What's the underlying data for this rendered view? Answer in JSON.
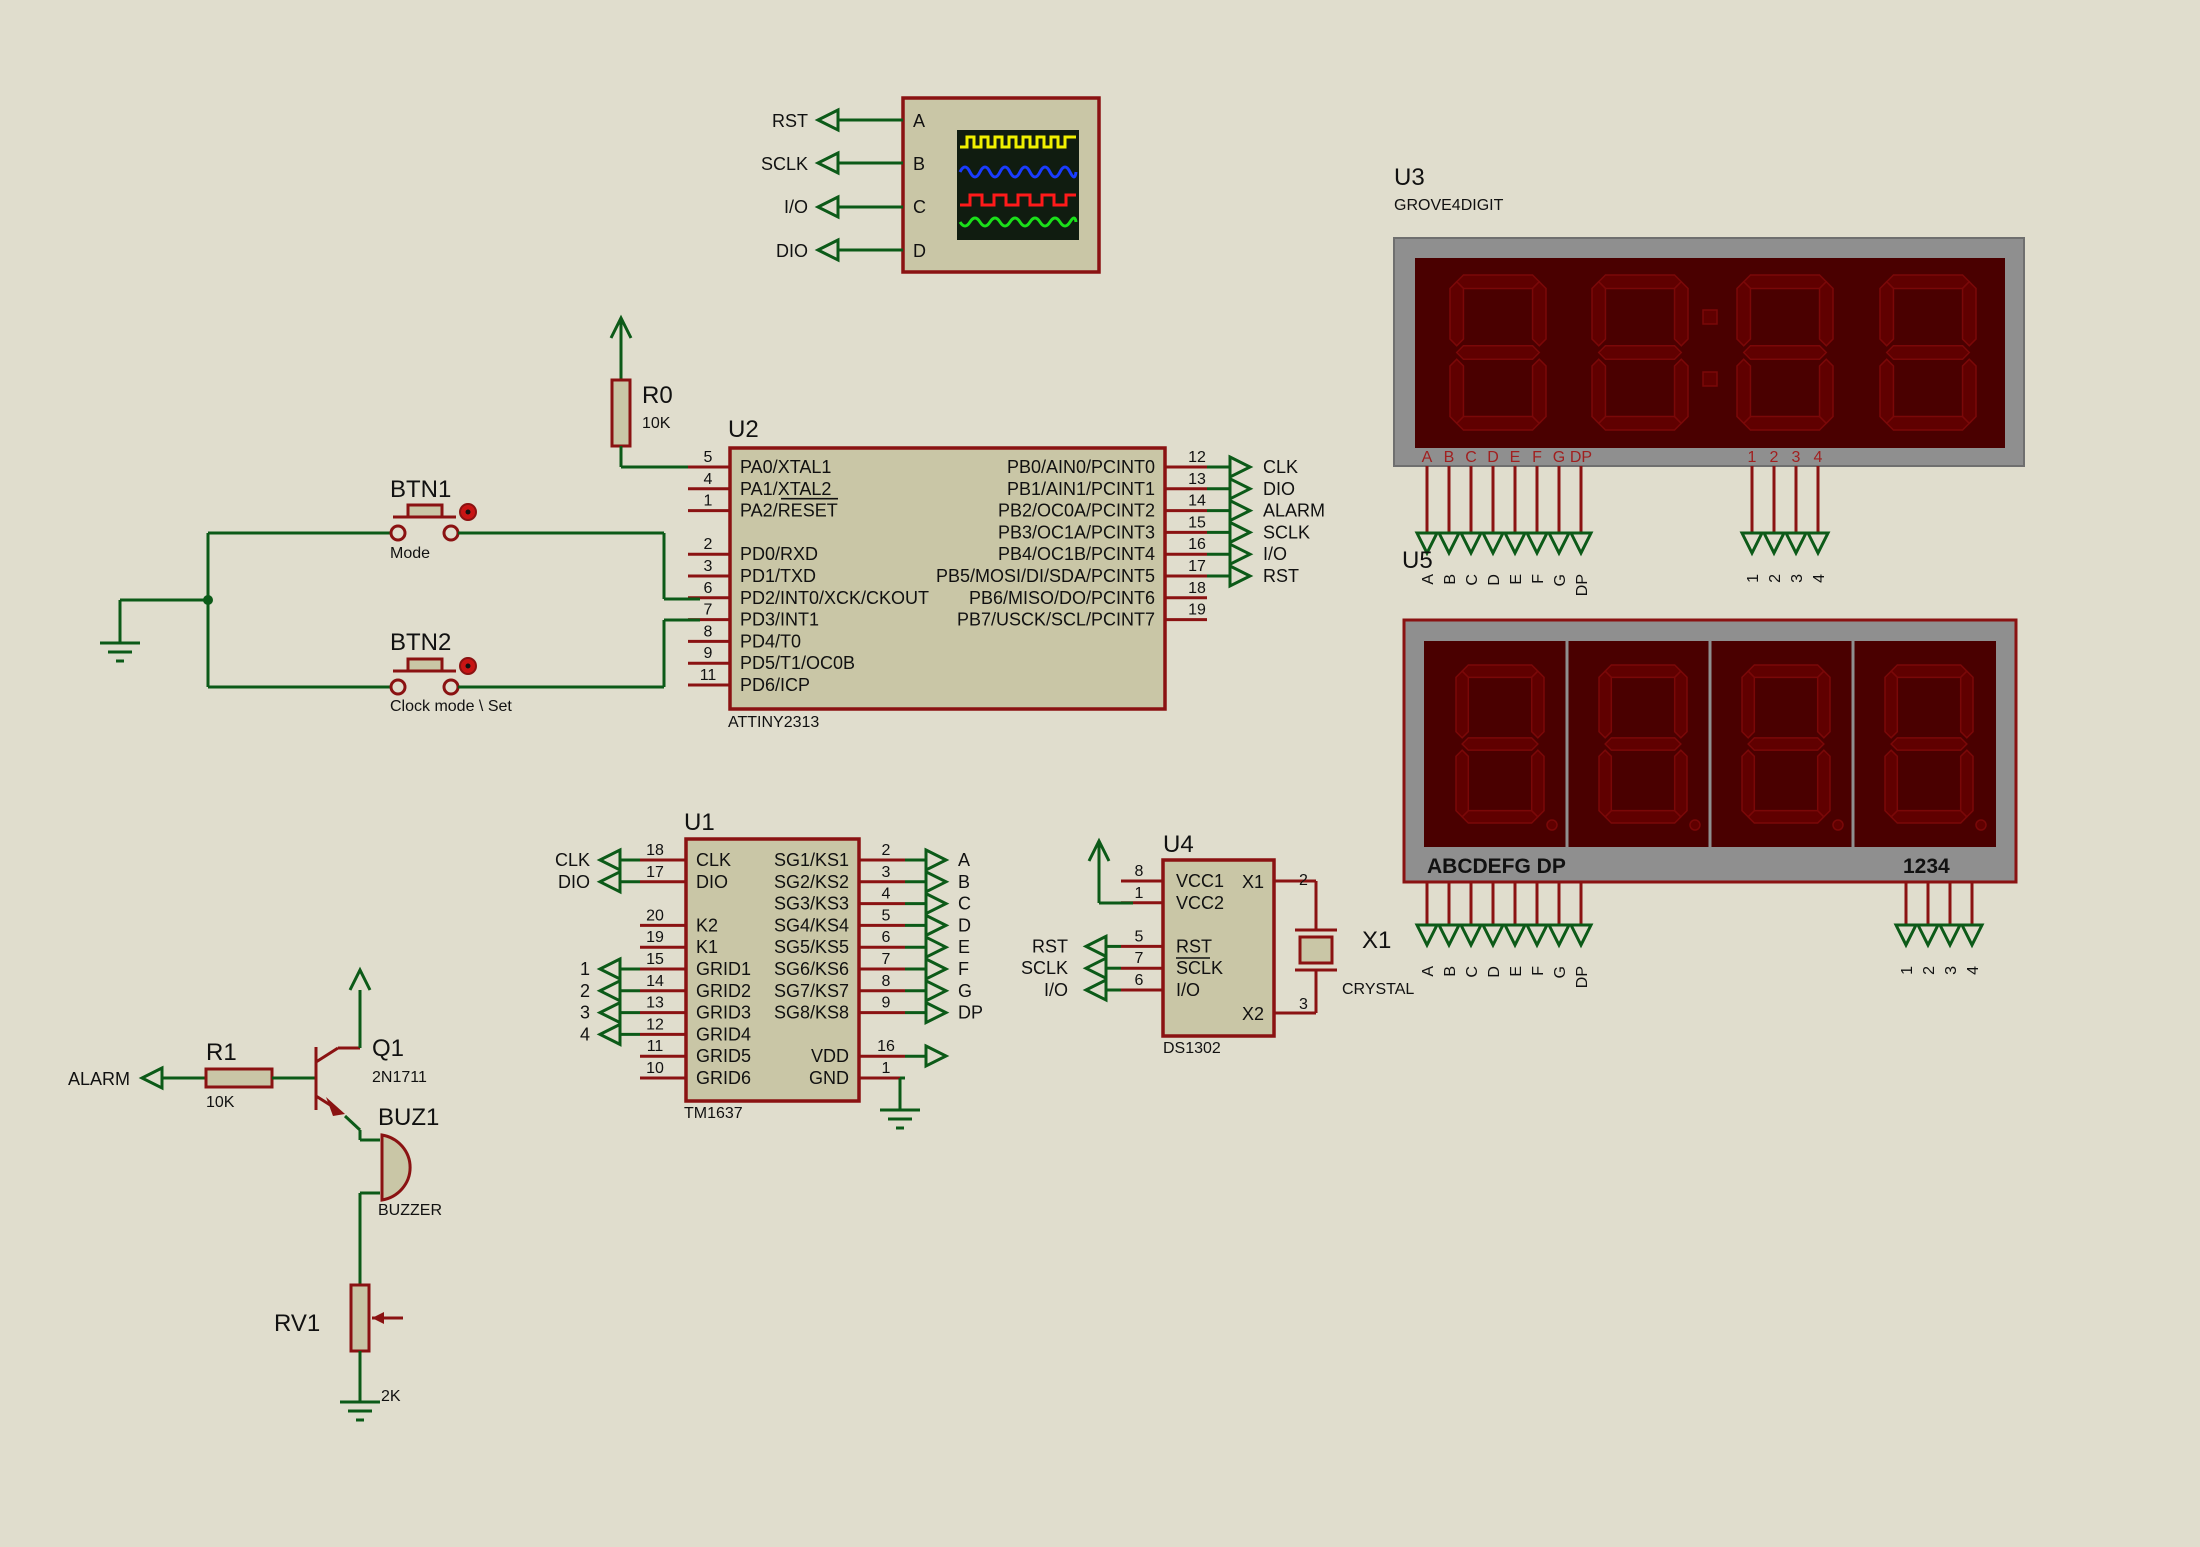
{
  "u1": {
    "ref": "U1",
    "part": "TM1637",
    "left_pins": [
      {
        "name": "CLK",
        "num": "18",
        "net": "CLK"
      },
      {
        "name": "DIO",
        "num": "17",
        "net": "DIO"
      },
      {
        "name": "",
        "num": "",
        "net": ""
      },
      {
        "name": "K2",
        "num": "20",
        "net": ""
      },
      {
        "name": "K1",
        "num": "19",
        "net": ""
      },
      {
        "name": "GRID1",
        "num": "15",
        "net": "1"
      },
      {
        "name": "GRID2",
        "num": "14",
        "net": "2"
      },
      {
        "name": "GRID3",
        "num": "13",
        "net": "3"
      },
      {
        "name": "GRID4",
        "num": "12",
        "net": "4"
      },
      {
        "name": "GRID5",
        "num": "11",
        "net": ""
      },
      {
        "name": "GRID6",
        "num": "10",
        "net": ""
      }
    ],
    "right_pins": [
      {
        "name": "SG1/KS1",
        "num": "2",
        "net": "A"
      },
      {
        "name": "SG2/KS2",
        "num": "3",
        "net": "B"
      },
      {
        "name": "SG3/KS3",
        "num": "4",
        "net": "C"
      },
      {
        "name": "SG4/KS4",
        "num": "5",
        "net": "D"
      },
      {
        "name": "SG5/KS5",
        "num": "6",
        "net": "E"
      },
      {
        "name": "SG6/KS6",
        "num": "7",
        "net": "F"
      },
      {
        "name": "SG7/KS7",
        "num": "8",
        "net": "G"
      },
      {
        "name": "SG8/KS8",
        "num": "9",
        "net": "DP"
      },
      {
        "name": "",
        "num": "",
        "net": ""
      },
      {
        "name": "VDD",
        "num": "16",
        "net": ""
      },
      {
        "name": "GND",
        "num": "1",
        "net": ""
      }
    ]
  },
  "u2": {
    "ref": "U2",
    "part": "ATTINY2313",
    "left_pins": [
      {
        "name": "PA0/XTAL1",
        "num": "5"
      },
      {
        "name": "PA1/XTAL2",
        "num": "4"
      },
      {
        "name": "PA2/RESET",
        "num": "1"
      },
      {
        "name": "",
        "num": ""
      },
      {
        "name": "PD0/RXD",
        "num": "2"
      },
      {
        "name": "PD1/TXD",
        "num": "3"
      },
      {
        "name": "PD2/INT0/XCK/CKOUT",
        "num": "6"
      },
      {
        "name": "PD3/INT1",
        "num": "7"
      },
      {
        "name": "PD4/T0",
        "num": "8"
      },
      {
        "name": "PD5/T1/OC0B",
        "num": "9"
      },
      {
        "name": "PD6/ICP",
        "num": "11"
      }
    ],
    "right_pins": [
      {
        "name": "PB0/AIN0/PCINT0",
        "num": "12",
        "net": "CLK"
      },
      {
        "name": "PB1/AIN1/PCINT1",
        "num": "13",
        "net": "DIO"
      },
      {
        "name": "PB2/OC0A/PCINT2",
        "num": "14",
        "net": "ALARM"
      },
      {
        "name": "PB3/OC1A/PCINT3",
        "num": "15",
        "net": "SCLK"
      },
      {
        "name": "PB4/OC1B/PCINT4",
        "num": "16",
        "net": "I/O"
      },
      {
        "name": "PB5/MOSI/DI/SDA/PCINT5",
        "num": "17",
        "net": "RST"
      },
      {
        "name": "PB6/MISO/DO/PCINT6",
        "num": "18",
        "net": ""
      },
      {
        "name": "PB7/USCK/SCL/PCINT7",
        "num": "19",
        "net": ""
      }
    ]
  },
  "u3": {
    "ref": "U3",
    "part": "GROVE4DIGIT",
    "seg_pins": [
      "A",
      "B",
      "C",
      "D",
      "E",
      "F",
      "G",
      "DP"
    ],
    "digit_pins": [
      "1",
      "2",
      "3",
      "4"
    ]
  },
  "u4": {
    "ref": "U4",
    "part": "DS1302",
    "left_pins": [
      {
        "name": "VCC1",
        "num": "8",
        "net": ""
      },
      {
        "name": "VCC2",
        "num": "1",
        "net": ""
      },
      {
        "name": "",
        "num": "",
        "net": ""
      },
      {
        "name": "RST",
        "num": "5",
        "net": "RST"
      },
      {
        "name": "SCLK",
        "num": "7",
        "net": "SCLK"
      },
      {
        "name": "I/O",
        "num": "6",
        "net": "I/O"
      }
    ],
    "right_pins": [
      {
        "name": "X1",
        "num": "2"
      },
      {
        "name": "X2",
        "num": "3"
      }
    ]
  },
  "u5": {
    "ref": "U5",
    "seg_label": "ABCDEFG DP",
    "digit_label": "1234",
    "seg_pins": [
      "A",
      "B",
      "C",
      "D",
      "E",
      "F",
      "G",
      "DP"
    ],
    "digit_pins": [
      "1",
      "2",
      "3",
      "4"
    ]
  },
  "scope": {
    "channels": [
      {
        "pin": "A",
        "net": "RST"
      },
      {
        "pin": "B",
        "net": "SCLK"
      },
      {
        "pin": "C",
        "net": "I/O"
      },
      {
        "pin": "D",
        "net": "DIO"
      }
    ],
    "trace_colors": [
      "#f0f000",
      "#1a3cff",
      "#ff1a1a",
      "#1ae01a"
    ]
  },
  "r0": {
    "ref": "R0",
    "value": "10K"
  },
  "r1": {
    "ref": "R1",
    "value": "10K",
    "net": "ALARM"
  },
  "btn1": {
    "ref": "BTN1",
    "label": "Mode"
  },
  "btn2": {
    "ref": "BTN2",
    "label": "Clock mode \\ Set"
  },
  "q1": {
    "ref": "Q1",
    "part": "2N1711"
  },
  "buz1": {
    "ref": "BUZ1",
    "part": "BUZZER"
  },
  "rv1": {
    "ref": "RV1",
    "value": "2K"
  },
  "x1": {
    "ref": "X1",
    "part": "CRYSTAL"
  },
  "colors": {
    "background": "#e0ddcd",
    "wire": "#0c5a18",
    "component": "#8a1212",
    "chip_fill": "#c9c6a6",
    "segment_off": "#600000"
  }
}
